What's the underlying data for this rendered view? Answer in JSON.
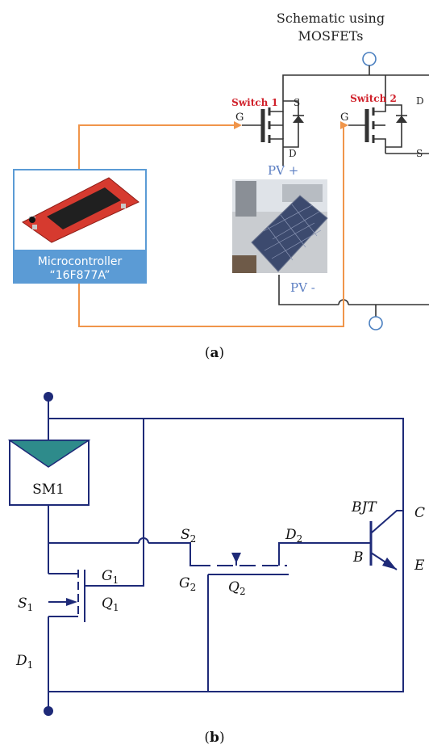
{
  "panel_a": {
    "title_line1": "Schematic using",
    "title_line2": "MOSFETs",
    "switch1": "Switch 1",
    "switch2": "Switch 2",
    "g1": "G",
    "s1": "S",
    "d1": "D",
    "g2": "G",
    "d2": "D",
    "s2": "S",
    "pv_plus": "PV +",
    "pv_minus": "PV -",
    "mcu_line1": "Microcontroller",
    "mcu_line2": "“16F877A”",
    "caption": "(a)",
    "caption_letter": "a",
    "colors": {
      "wire_orange": "#f0954a",
      "switch_red": "#d0202a",
      "pv_text": "#5b7ec2",
      "mcu_box": "#5b9bd5",
      "terminal": "#4a7fc0"
    }
  },
  "panel_b": {
    "sm1": "SM1",
    "bjt": "BJT",
    "c": "C",
    "b": "B",
    "e": "E",
    "s2": "S",
    "s2_sub": "2",
    "d2": "D",
    "d2_sub": "2",
    "g2": "G",
    "g2_sub": "2",
    "q2": "Q",
    "q2_sub": "2",
    "s1": "S",
    "s1_sub": "1",
    "g1": "G",
    "g1_sub": "1",
    "q1": "Q",
    "q1_sub": "1",
    "d1": "D",
    "d1_sub": "1",
    "caption_letter": "b",
    "colors": {
      "wire": "#1e2a78",
      "panel_fill": "#2e8b8b",
      "node": "#1e2a78"
    }
  }
}
